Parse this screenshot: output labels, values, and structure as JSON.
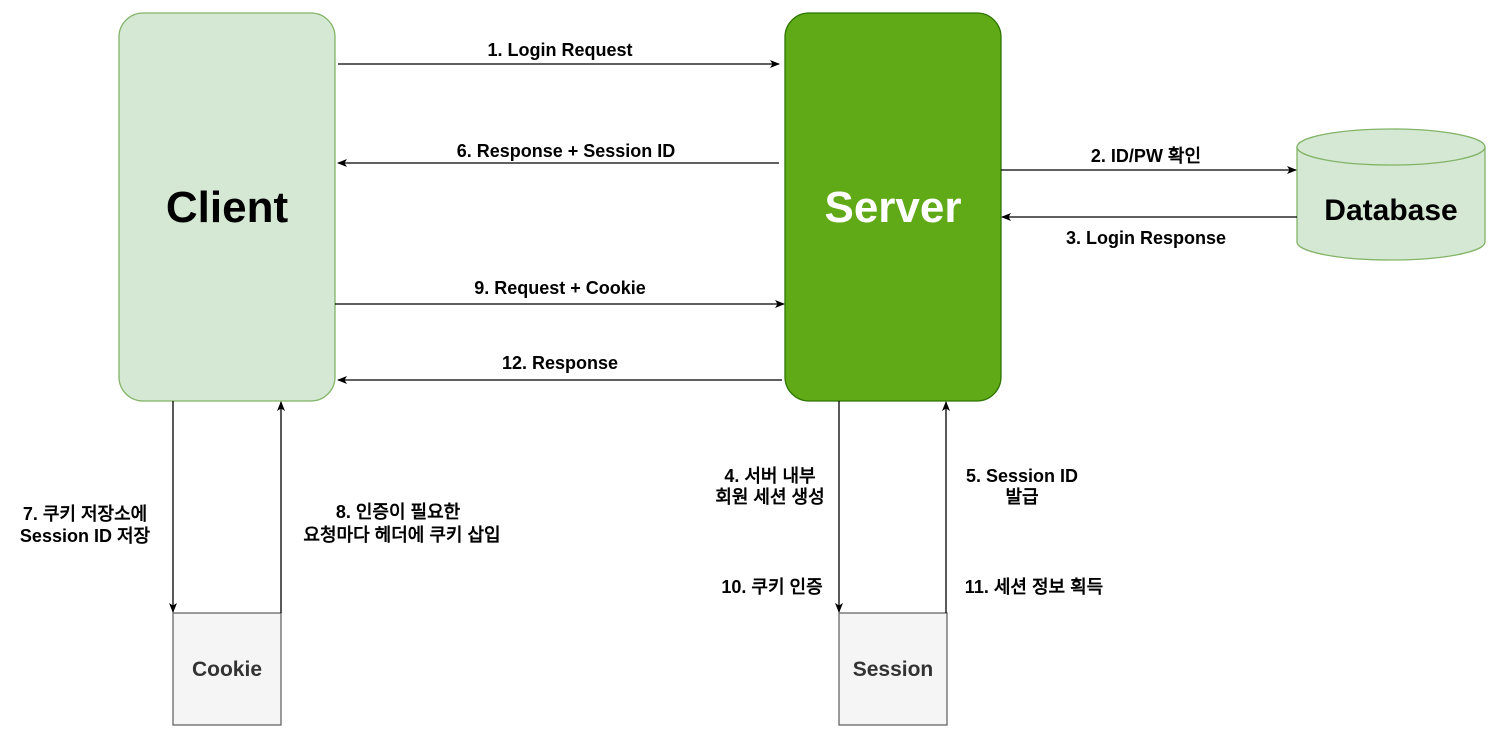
{
  "nodes": {
    "client": {
      "label": "Client",
      "fill": "#d5e8d4",
      "stroke": "#82b366"
    },
    "server": {
      "label": "Server",
      "fill": "#60a917",
      "stroke": "#2d7600"
    },
    "database": {
      "label": "Database",
      "fill": "#d5e8d4",
      "stroke": "#82b366"
    },
    "cookie": {
      "label": "Cookie",
      "fill": "#f5f5f5",
      "stroke": "#666666"
    },
    "session": {
      "label": "Session",
      "fill": "#f5f5f5",
      "stroke": "#666666"
    }
  },
  "edges": {
    "e1": {
      "label": "1. Login Request"
    },
    "e2": {
      "label": "2. ID/PW 확인"
    },
    "e3": {
      "label": "3. Login Response"
    },
    "e4": {
      "label_line1": "4. 서버 내부",
      "label_line2": "회원 세션 생성"
    },
    "e5": {
      "label_line1": "5. Session ID",
      "label_line2": "발급"
    },
    "e6": {
      "label": "6. Response + Session ID"
    },
    "e7": {
      "label_line1": "7. 쿠키 저장소에",
      "label_line2": "Session ID 저장"
    },
    "e8": {
      "label_line1": "8. 인증이 필요한",
      "label_line2": "요청마다 헤더에 쿠키 삽입"
    },
    "e9": {
      "label": "9. Request + Cookie"
    },
    "e10": {
      "label": "10. 쿠키 인증"
    },
    "e11": {
      "label": "11. 세션 정보 획득"
    },
    "e12": {
      "label": "12. Response"
    }
  }
}
